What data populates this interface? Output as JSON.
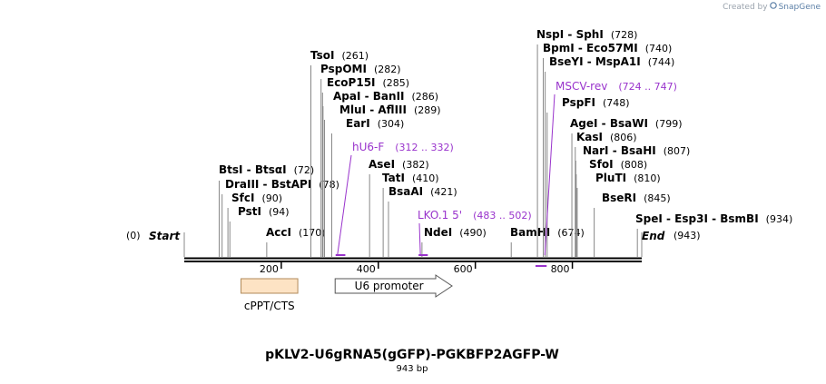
{
  "credit": {
    "prefix": "Created by",
    "brand": "SnapGene"
  },
  "plasmid": {
    "name": "pKLV2-U6gRNA5(gGFP)-PGKBFP2AGFP-W",
    "length_label": "943 bp",
    "length": 943
  },
  "ends": {
    "start_label": "Start",
    "start_pos": "(0)",
    "end_label": "End",
    "end_pos": "(943)"
  },
  "ruler": [
    {
      "label": "200",
      "pos": 200
    },
    {
      "label": "400",
      "pos": 400
    },
    {
      "label": "600",
      "pos": 600
    },
    {
      "label": "800",
      "pos": 800
    }
  ],
  "sites": [
    {
      "label": "BtsI  - BtsαI",
      "num": "(72)",
      "pos": 72
    },
    {
      "label": "DraIII  - BstAPI",
      "num": "(78)",
      "pos": 78
    },
    {
      "label": "SfcI",
      "num": "(90)",
      "pos": 90
    },
    {
      "label": "PstI",
      "num": "(94)",
      "pos": 94
    },
    {
      "label": "AccI",
      "num": "(170)",
      "pos": 170
    },
    {
      "label": "TsoI",
      "num": "(261)",
      "pos": 261
    },
    {
      "label": "PspOMI",
      "num": "(282)",
      "pos": 282
    },
    {
      "label": "EcoP15I",
      "num": "(285)",
      "pos": 285
    },
    {
      "label": "ApaI  - BanII",
      "num": "(286)",
      "pos": 286
    },
    {
      "label": "MluI  - AflIII",
      "num": "(289)",
      "pos": 289
    },
    {
      "label": "EarI",
      "num": "(304)",
      "pos": 304
    },
    {
      "label": "AseI",
      "num": "(382)",
      "pos": 382
    },
    {
      "label": "TatI",
      "num": "(410)",
      "pos": 410
    },
    {
      "label": "BsaAI",
      "num": "(421)",
      "pos": 421
    },
    {
      "label": "NdeI",
      "num": "(490)",
      "pos": 490
    },
    {
      "label": "BamHI",
      "num": "(674)",
      "pos": 674
    },
    {
      "label": "NspI  - SphI",
      "num": "(728)",
      "pos": 728
    },
    {
      "label": "BpmI  - Eco57MI",
      "num": "(740)",
      "pos": 740
    },
    {
      "label": "BseYI  - MspA1I",
      "num": "(744)",
      "pos": 744
    },
    {
      "label": "PspFI",
      "num": "(748)",
      "pos": 748
    },
    {
      "label": "AgeI  - BsaWI",
      "num": "(799)",
      "pos": 799
    },
    {
      "label": "KasI",
      "num": "(806)",
      "pos": 806
    },
    {
      "label": "NarI  - BsaHI",
      "num": "(807)",
      "pos": 807
    },
    {
      "label": "SfoI",
      "num": "(808)",
      "pos": 808
    },
    {
      "label": "PluTI",
      "num": "(810)",
      "pos": 810
    },
    {
      "label": "BseRI",
      "num": "(845)",
      "pos": 845
    },
    {
      "label": "SpeI  - Esp3I  - BsmBI",
      "num": "(934)",
      "pos": 934
    }
  ],
  "primers": [
    {
      "label": "hU6-F",
      "range": "(312 .. 332)",
      "start": 312,
      "end": 332
    },
    {
      "label": "LKO.1 5'",
      "range": "(483 .. 502)",
      "start": 483,
      "end": 502
    },
    {
      "label": "MSCV-rev",
      "range": "(724 .. 747)",
      "start": 724,
      "end": 747
    }
  ],
  "features": [
    {
      "label": "cPPT/CTS",
      "start": 117,
      "end": 234,
      "fill": "#fde3c4",
      "stroke": "#b08a5a"
    },
    {
      "label": "U6 promoter",
      "start": 311,
      "end": 552,
      "fill": "#ffffff",
      "stroke": "#555555",
      "arrow": true
    }
  ],
  "colors": {
    "primer": "#9933cc",
    "site": "#000000",
    "line": "#888888"
  }
}
